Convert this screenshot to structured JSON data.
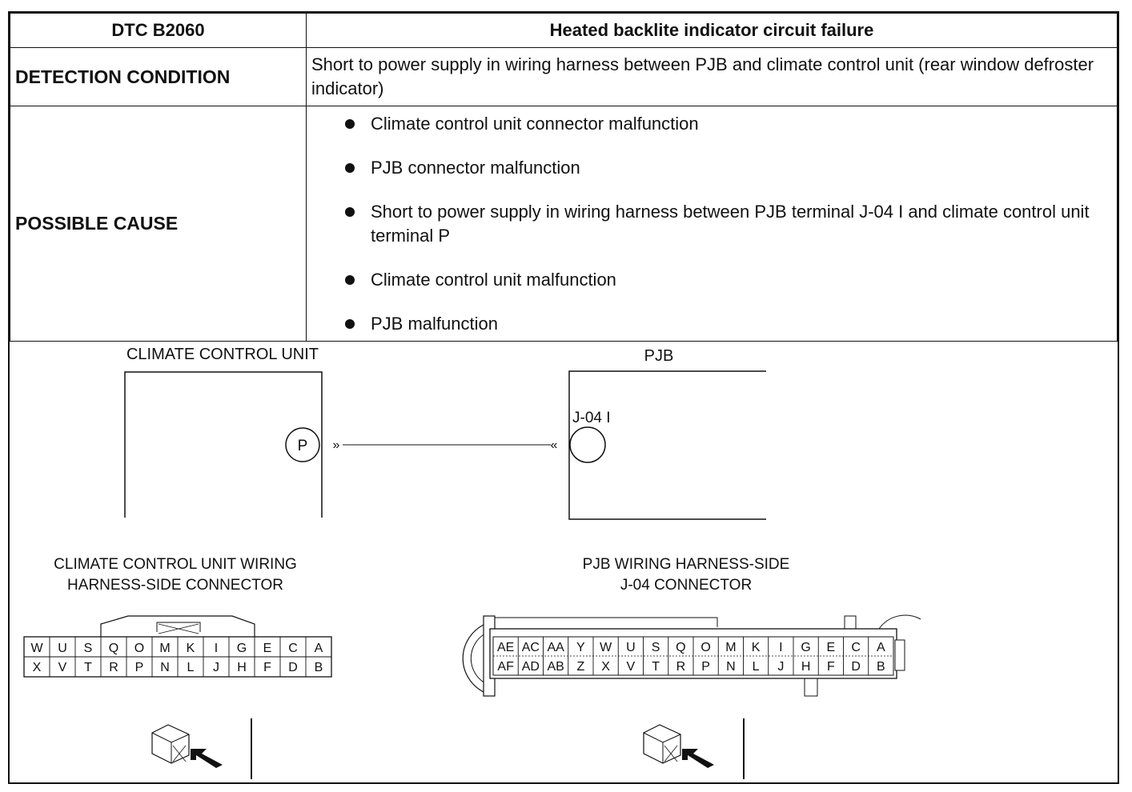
{
  "header": {
    "code": "DTC B2060",
    "title": "Heated backlite indicator circuit failure"
  },
  "detection": {
    "label": "DETECTION CONDITION",
    "text": "Short to power supply in wiring harness between PJB and climate control unit (rear window defroster indicator)"
  },
  "cause": {
    "label": "POSSIBLE CAUSE",
    "items": [
      "Climate control unit connector malfunction",
      "PJB connector malfunction",
      "Short to power supply in wiring harness between PJB terminal J-04 I and climate control unit terminal P",
      "Climate control unit malfunction",
      "PJB malfunction"
    ]
  },
  "diagram": {
    "ccu_title": "CLIMATE CONTROL UNIT",
    "ccu_terminal": "P",
    "pjb_title": "PJB",
    "pjb_terminal": "J-04 I",
    "ccu_connector_title_1": "CLIMATE CONTROL UNIT WIRING",
    "ccu_connector_title_2": "HARNESS-SIDE CONNECTOR",
    "pjb_connector_title_1": "PJB WIRING HARNESS-SIDE",
    "pjb_connector_title_2": "J-04 CONNECTOR",
    "ccu_pins_top": [
      "W",
      "U",
      "S",
      "Q",
      "O",
      "M",
      "K",
      "I",
      "G",
      "E",
      "C",
      "A"
    ],
    "ccu_pins_bottom": [
      "X",
      "V",
      "T",
      "R",
      "P",
      "N",
      "L",
      "J",
      "H",
      "F",
      "D",
      "B"
    ],
    "pjb_pins_top": [
      "AE",
      "AC",
      "AA",
      "Y",
      "W",
      "U",
      "S",
      "Q",
      "O",
      "M",
      "K",
      "I",
      "G",
      "E",
      "C",
      "A"
    ],
    "pjb_pins_bottom": [
      "AF",
      "AD",
      "AB",
      "Z",
      "X",
      "V",
      "T",
      "R",
      "P",
      "N",
      "L",
      "J",
      "H",
      "F",
      "D",
      "B"
    ]
  }
}
